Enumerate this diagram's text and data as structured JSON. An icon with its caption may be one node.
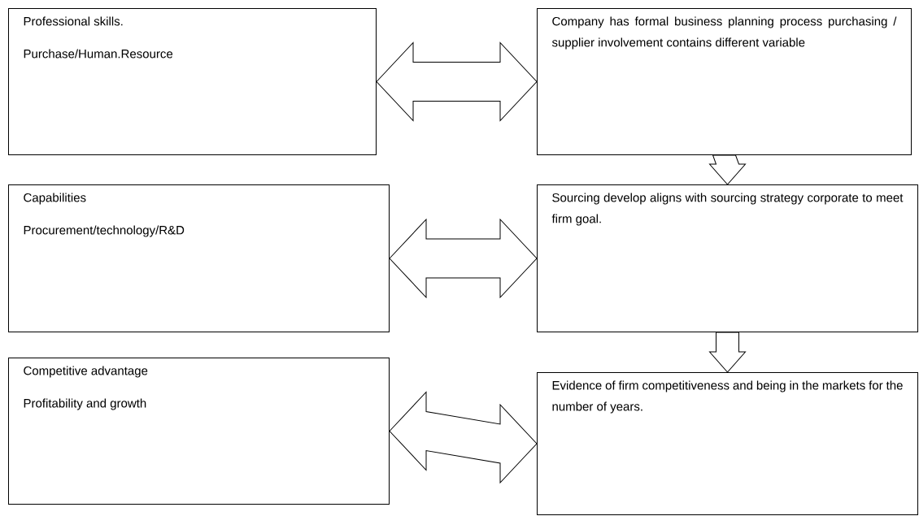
{
  "diagram": {
    "nodes": [
      {
        "text": [
          "Professional skills.",
          "Purchase/Human.Resource"
        ]
      },
      {
        "text": [
          "Company has formal business planning process purchasing / supplier involvement contains different variable"
        ]
      },
      {
        "text": [
          "Capabilities",
          "Procurement/technology/R&D"
        ]
      },
      {
        "text": [
          "Sourcing develop aligns with sourcing strategy corporate to meet firm goal."
        ]
      },
      {
        "text": [
          "Competitive advantage",
          "Profitability and growth"
        ]
      },
      {
        "text": [
          "Evidence of firm competitiveness and being in the markets for the number of years."
        ]
      }
    ],
    "edges": [
      {
        "from": 0,
        "to": 1,
        "arrow": "both"
      },
      {
        "from": 2,
        "to": 3,
        "arrow": "both"
      },
      {
        "from": 4,
        "to": 5,
        "arrow": "both"
      },
      {
        "from": 1,
        "to": 3,
        "arrow": "to"
      },
      {
        "from": 3,
        "to": 5,
        "arrow": "to"
      }
    ]
  }
}
